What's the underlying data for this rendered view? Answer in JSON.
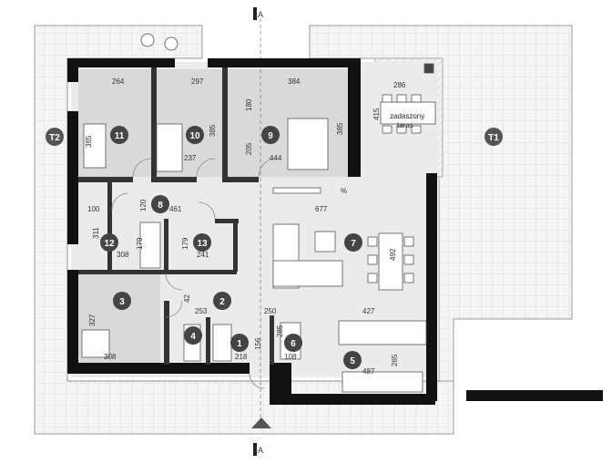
{
  "section_marks": {
    "top": "A",
    "bottom": "A"
  },
  "terraces": {
    "left": "T2",
    "right": "T1"
  },
  "covered_terrace": {
    "line1": "zadaszony",
    "line2": "taras",
    "dim_h": "286",
    "dim_v": "415"
  },
  "rooms": {
    "r1": "1",
    "r2": "2",
    "r3": "3",
    "r4": "4",
    "r5": "5",
    "r6": "6",
    "r7": "7",
    "r8": "8",
    "r9": "9",
    "r10": "10",
    "r11": "11",
    "r12": "12",
    "r13": "13"
  },
  "dims": {
    "d264": "264",
    "d297": "297",
    "d384": "384",
    "d180": "180",
    "d385a": "385",
    "d385b": "385",
    "d385c": "385",
    "d237": "237",
    "d205": "205",
    "d444": "444",
    "d100": "100",
    "d120": "120",
    "d461": "461",
    "d677": "677",
    "d311": "311",
    "d179a": "179",
    "d179b": "179",
    "d308a": "308",
    "d241": "241",
    "d492": "492",
    "d327": "327",
    "d42": "42",
    "d253": "253",
    "d250": "250",
    "d427": "427",
    "d308b": "308",
    "d218": "218",
    "d156": "156",
    "d108": "108",
    "d285": "285",
    "d487": "487",
    "d265": "265",
    "percent": "%"
  }
}
